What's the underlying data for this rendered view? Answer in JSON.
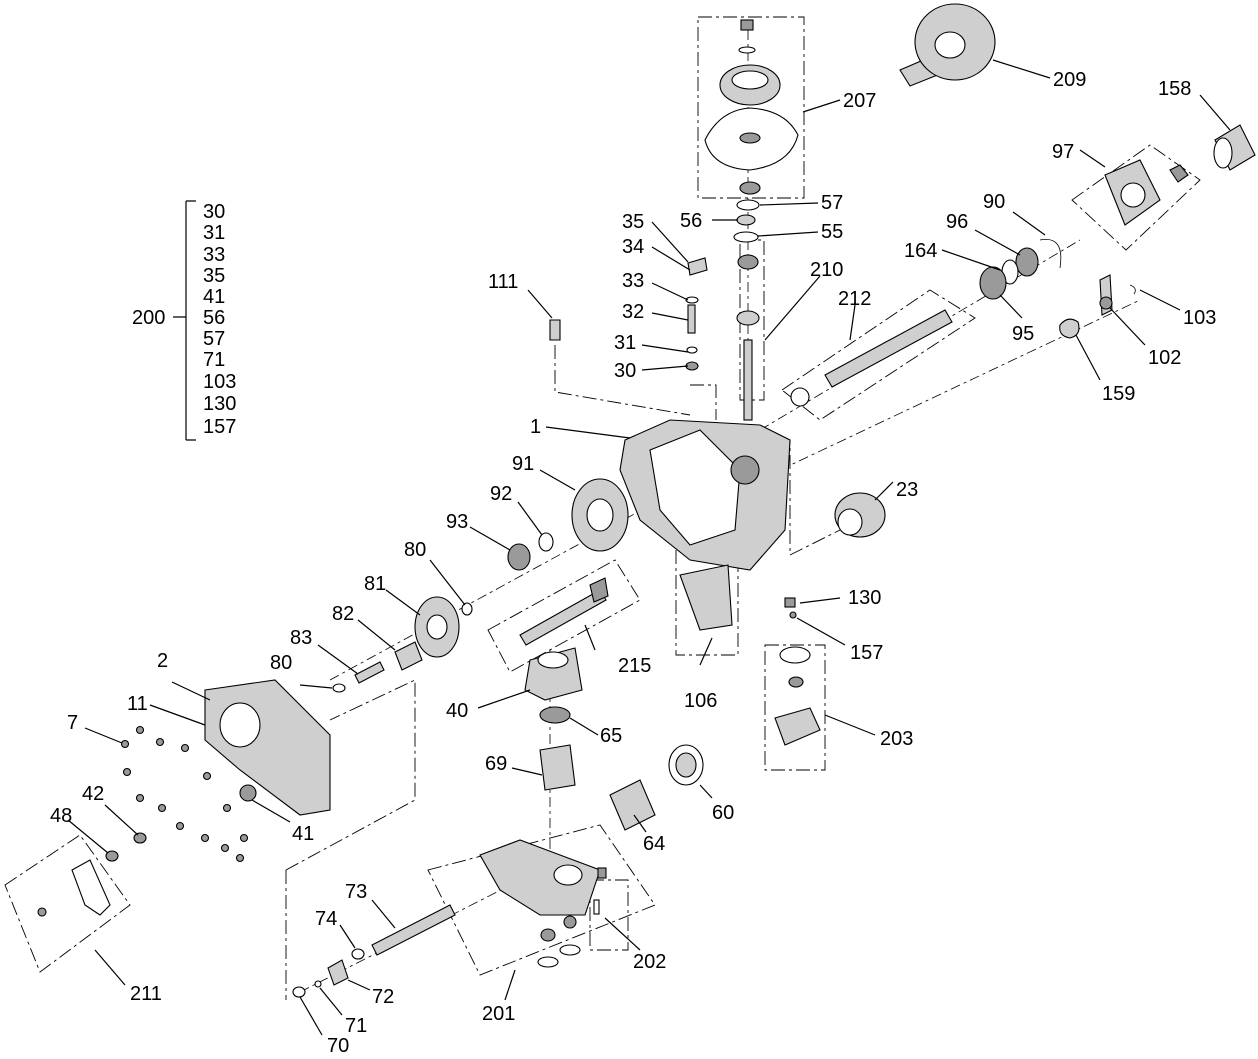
{
  "kit": {
    "number": "200",
    "items": [
      "30",
      "31",
      "33",
      "35",
      "41",
      "56",
      "57",
      "71",
      "103",
      "130",
      "157"
    ]
  },
  "callouts": {
    "c1": "1",
    "c2": "2",
    "c7": "7",
    "c11": "11",
    "c23": "23",
    "c30": "30",
    "c31": "31",
    "c32": "32",
    "c33": "33",
    "c34": "34",
    "c35": "35",
    "c40": "40",
    "c41": "41",
    "c42": "42",
    "c48": "48",
    "c55": "55",
    "c56": "56",
    "c57": "57",
    "c60": "60",
    "c64": "64",
    "c65": "65",
    "c69": "69",
    "c70": "70",
    "c71": "71",
    "c72": "72",
    "c73": "73",
    "c74": "74",
    "c80a": "80",
    "c80b": "80",
    "c81": "81",
    "c82": "82",
    "c83": "83",
    "c90": "90",
    "c91": "91",
    "c92": "92",
    "c93": "93",
    "c95": "95",
    "c96": "96",
    "c97": "97",
    "c102": "102",
    "c103": "103",
    "c106": "106",
    "c111": "111",
    "c130": "130",
    "c157": "157",
    "c158": "158",
    "c159": "159",
    "c164": "164",
    "c201": "201",
    "c202": "202",
    "c203": "203",
    "c207": "207",
    "c209": "209",
    "c210": "210",
    "c211": "211",
    "c212": "212",
    "c215": "215"
  }
}
